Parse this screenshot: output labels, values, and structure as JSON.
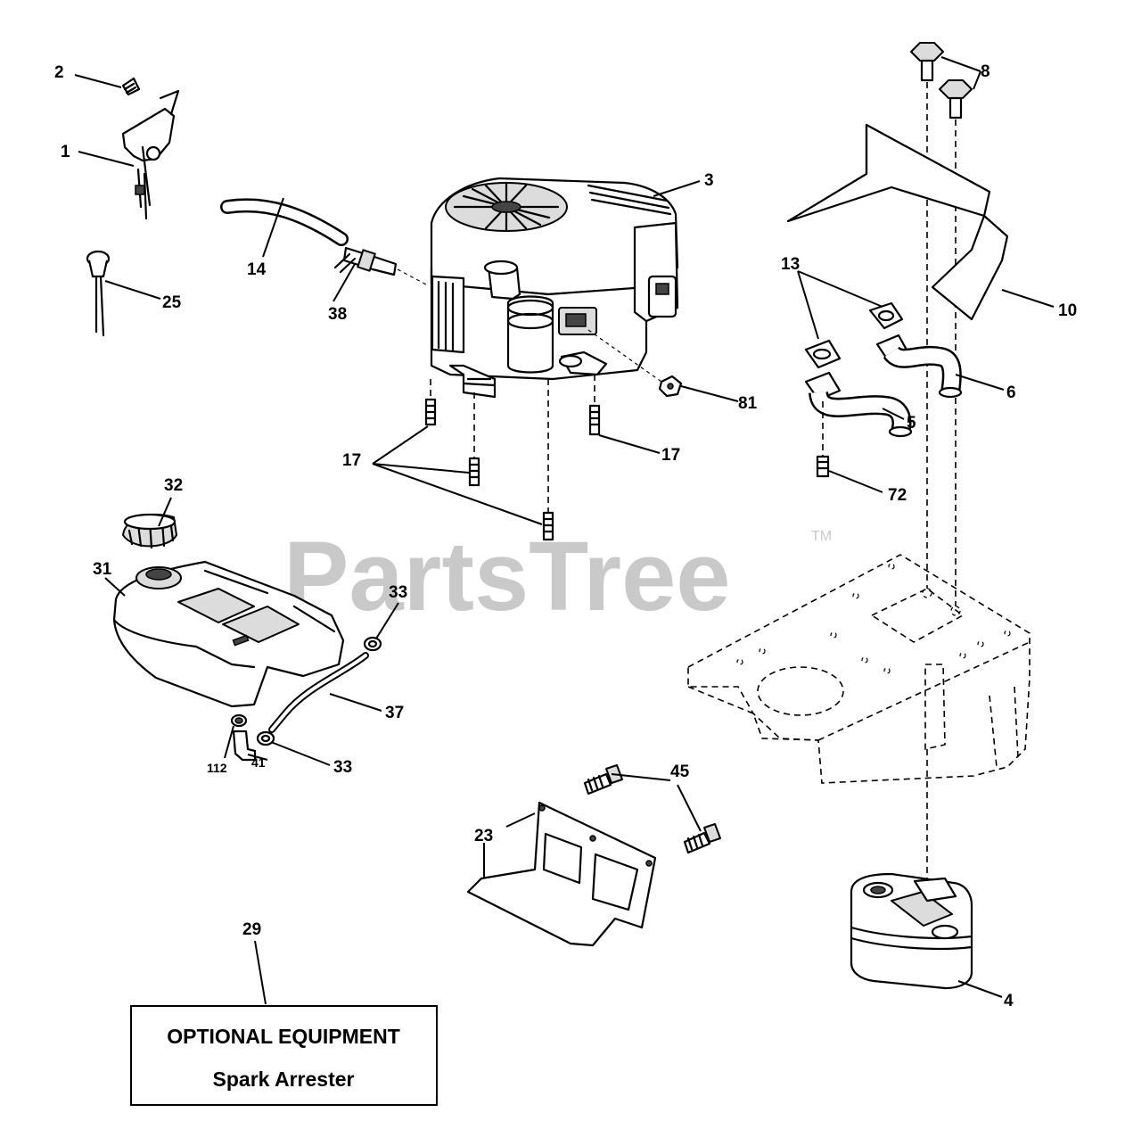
{
  "watermark": {
    "text": "PartsTree",
    "tm": "TM"
  },
  "callouts": {
    "c1": "1",
    "c2": "2",
    "c3": "3",
    "c4": "4",
    "c5": "5",
    "c6": "6",
    "c8": "8",
    "c10": "10",
    "c13": "13",
    "c14": "14",
    "c17a": "17",
    "c17b": "17",
    "c23": "23",
    "c25": "25",
    "c29": "29",
    "c31": "31",
    "c32": "32",
    "c33a": "33",
    "c33b": "33",
    "c37": "37",
    "c38": "38",
    "c41": "41",
    "c45": "45",
    "c72": "72",
    "c81": "81",
    "c112": "112"
  },
  "optional_box": {
    "line1": "OPTIONAL EQUIPMENT",
    "line2": "Spark Arrester"
  }
}
